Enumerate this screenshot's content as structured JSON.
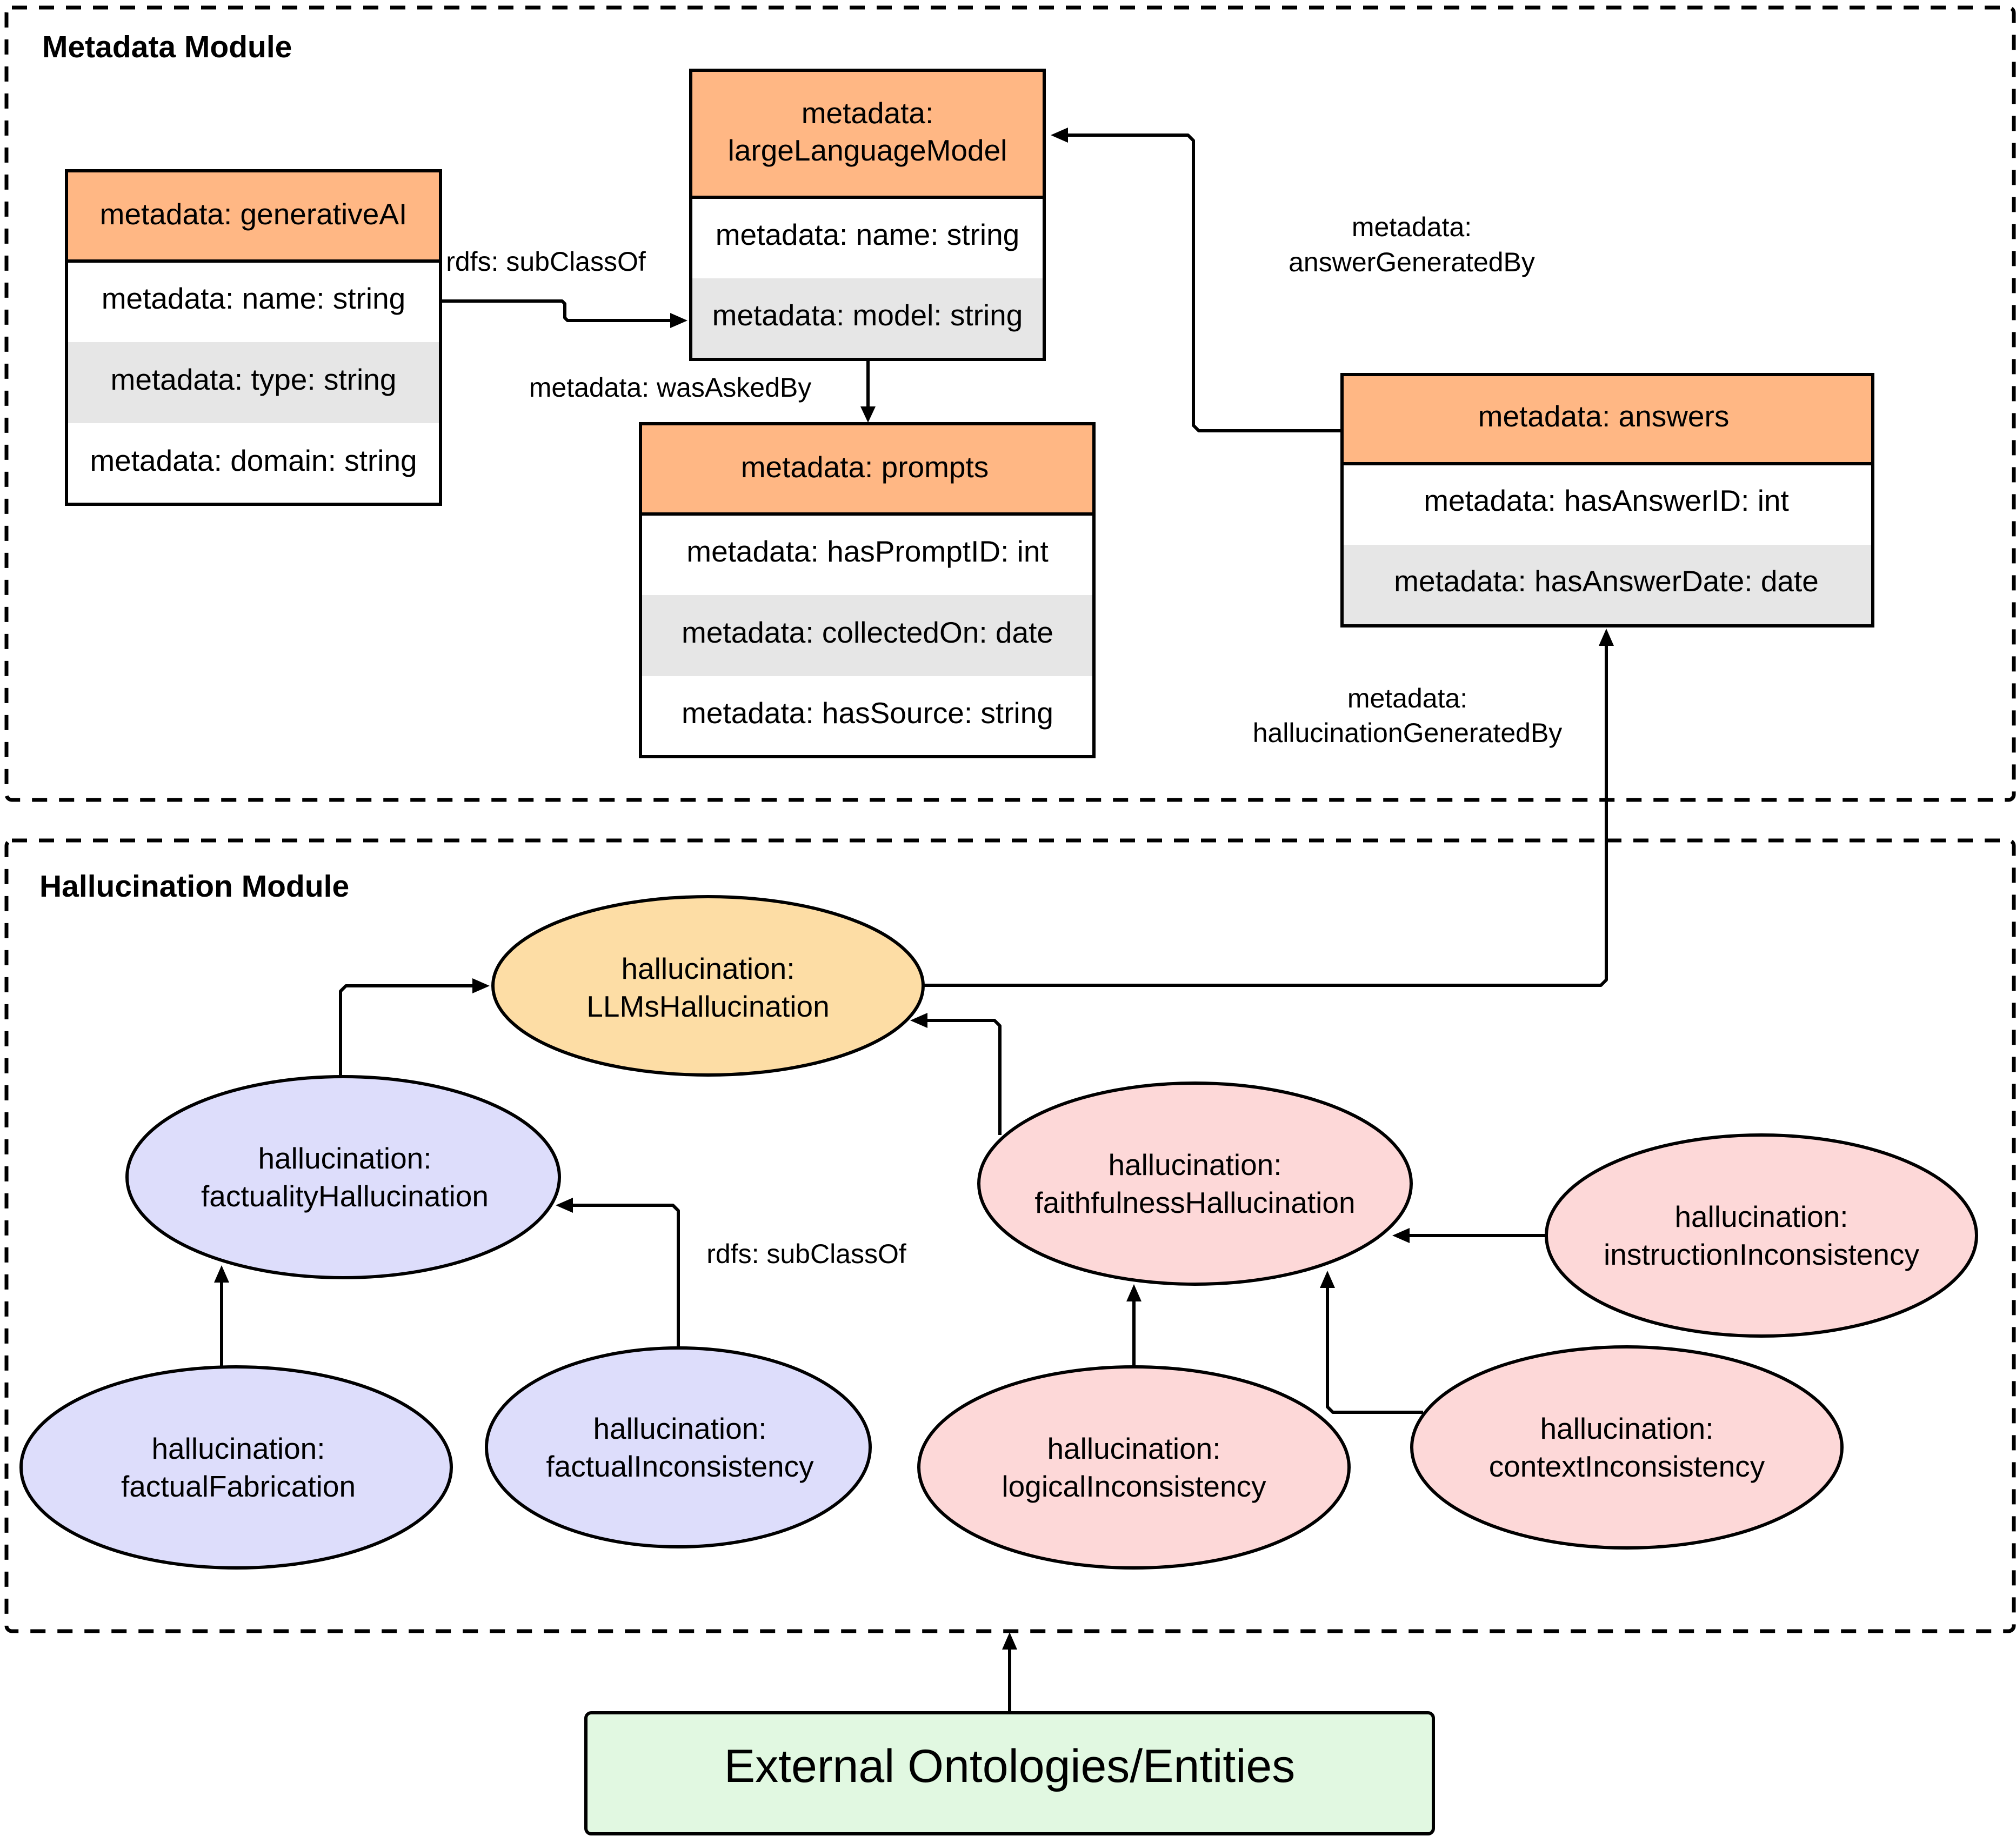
{
  "colors": {
    "class_header": "#FFB784",
    "row_white": "#FFFFFF",
    "row_gray": "#E6E6E6",
    "root_ellipse": "#FDDDA5",
    "factuality_ellipse": "#DDDDFB",
    "faithfulness_ellipse": "#FDD8D8",
    "external_box": "#E1F8E1"
  },
  "metadata_module": {
    "title": "Metadata Module",
    "classes": {
      "generative_ai": {
        "header": [
          "metadata: generativeAI"
        ],
        "attributes": [
          "metadata: name: string",
          "metadata: type: string",
          "metadata: domain: string"
        ]
      },
      "large_language_model": {
        "header": [
          "metadata:",
          "largeLanguageModel"
        ],
        "attributes": [
          "metadata: name: string",
          "metadata: model: string"
        ]
      },
      "prompts": {
        "header": [
          "metadata: prompts"
        ],
        "attributes": [
          "metadata: hasPromptID: int",
          "metadata: collectedOn: date",
          "metadata: hasSource: string"
        ]
      },
      "answers": {
        "header": [
          "metadata: answers"
        ],
        "attributes": [
          "metadata: hasAnswerID: int",
          "metadata: hasAnswerDate: date"
        ]
      }
    },
    "edge_labels": {
      "subclass_of": "rdfs: subClassOf",
      "was_asked_by": "metadata: wasAskedBy",
      "answer_generated_by": [
        "metadata:",
        "answerGeneratedBy"
      ],
      "hallucination_generated_by": [
        "metadata:",
        "hallucinationGeneratedBy"
      ]
    }
  },
  "hallucination_module": {
    "title": "Hallucination Module",
    "nodes": {
      "llms_hallucination": [
        "hallucination:",
        "LLMsHallucination"
      ],
      "factuality_hallucination": [
        "hallucination:",
        "factualityHallucination"
      ],
      "faithfulness_hallucination": [
        "hallucination:",
        "faithfulnessHallucination"
      ],
      "factual_fabrication": [
        "hallucination:",
        "factualFabrication"
      ],
      "factual_inconsistency": [
        "hallucination:",
        "factualInconsistency"
      ],
      "logical_inconsistency": [
        "hallucination:",
        "logicalInconsistency"
      ],
      "context_inconsistency": [
        "hallucination:",
        "contextInconsistency"
      ],
      "instruction_inconsistency": [
        "hallucination:",
        "instructionInconsistency"
      ]
    },
    "edge_labels": {
      "subclass_of": "rdfs: subClassOf"
    }
  },
  "external": {
    "label": "External Ontologies/Entities"
  }
}
